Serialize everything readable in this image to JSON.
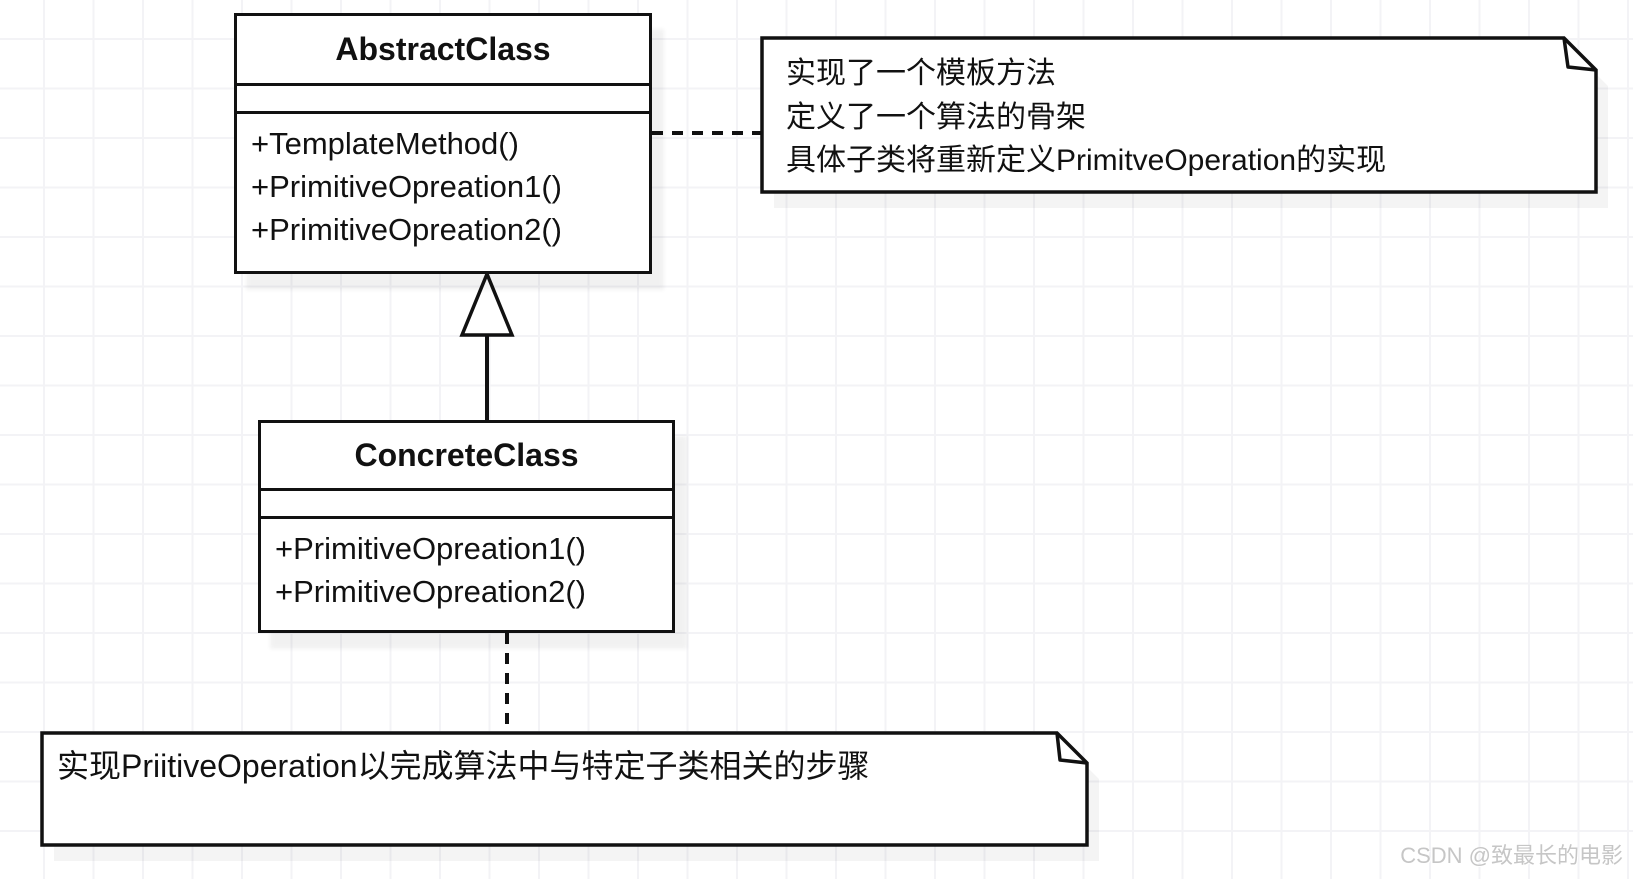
{
  "diagram": {
    "type": "uml-class-diagram",
    "pattern": "Template Method",
    "classes": [
      {
        "name": "AbstractClass",
        "attributes": [],
        "methods": [
          "+TemplateMethod()",
          "+PrimitiveOpreation1()",
          "+PrimitiveOpreation2()"
        ]
      },
      {
        "name": "ConcreteClass",
        "attributes": [],
        "methods": [
          "+PrimitiveOpreation1()",
          "+PrimitiveOpreation2()"
        ]
      }
    ],
    "notes": [
      {
        "attached_to": "AbstractClass",
        "lines": [
          "实现了一个模板方法",
          "定义了一个算法的骨架",
          "具体子类将重新定义PrimitveOperation的实现"
        ]
      },
      {
        "attached_to": "ConcreteClass",
        "lines": [
          "实现PriitiveOperation以完成算法中与特定子类相关的步骤"
        ]
      }
    ],
    "relationships": [
      {
        "type": "generalization",
        "from": "ConcreteClass",
        "to": "AbstractClass"
      },
      {
        "type": "note-anchor",
        "from": "AbstractClass",
        "to": "note-0",
        "style": "dashed"
      },
      {
        "type": "note-anchor",
        "from": "ConcreteClass",
        "to": "note-1",
        "style": "dashed"
      }
    ],
    "watermark": "CSDN @致最长的电影",
    "colors": {
      "stroke": "#111111",
      "shape_fill": "#ffffff",
      "grid_line": "#f3f3f6",
      "background": "#ffffff",
      "watermark": "#c6c6c6",
      "shadow": "rgba(0,0,0,0.055)"
    }
  }
}
